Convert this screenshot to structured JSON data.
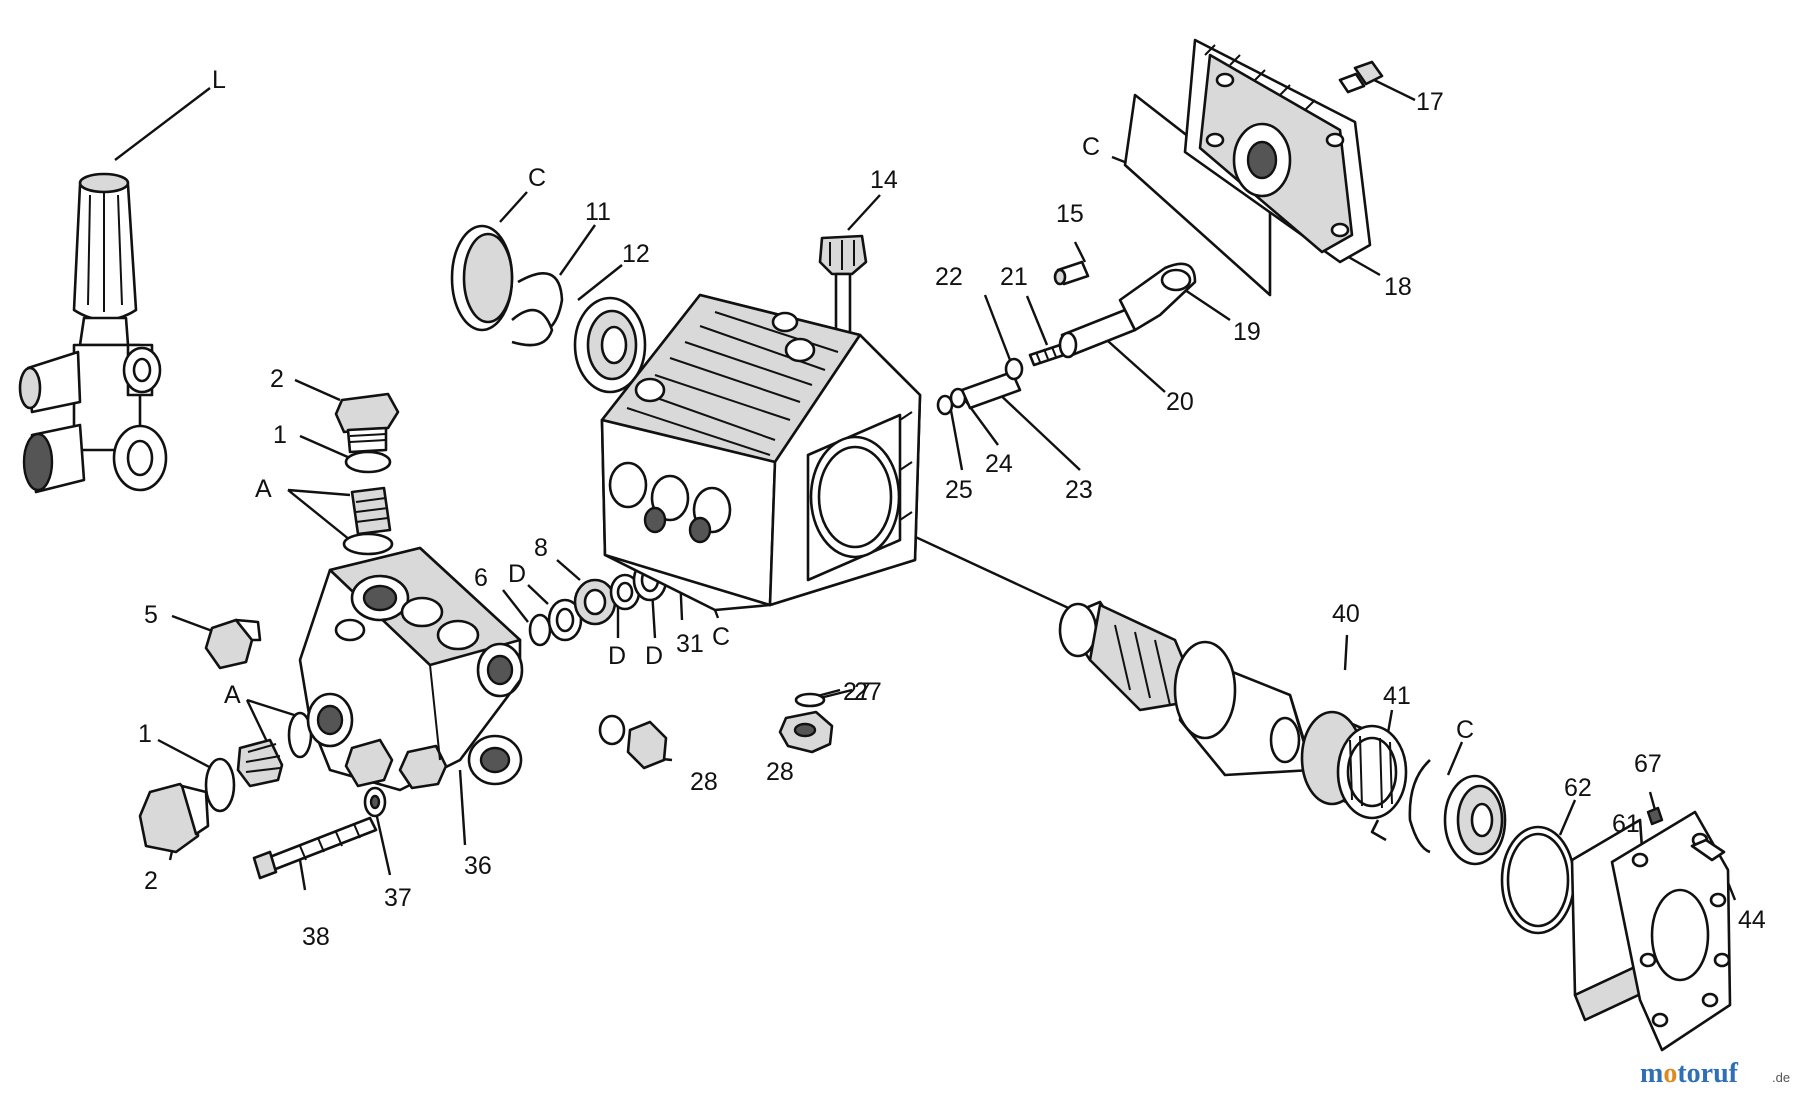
{
  "diagram": {
    "labels": [
      "L",
      "2",
      "1",
      "A",
      "5",
      "A",
      "1",
      "2",
      "38",
      "37",
      "36",
      "6",
      "D",
      "8",
      "D",
      "D",
      "31",
      "C",
      "C",
      "11",
      "12",
      "14",
      "27",
      "28",
      "27",
      "28",
      "22",
      "21",
      "25",
      "24",
      "23",
      "15",
      "C",
      "17",
      "18",
      "19",
      "20",
      "40",
      "41",
      "C",
      "62",
      "61",
      "67",
      "44"
    ]
  },
  "watermark": {
    "brand_main": "motoruf",
    "brand_suffix": ".de",
    "colors": {
      "m": "#2f6fb6",
      "o": "#e08a1e",
      "rest": "#2f6fb6"
    }
  }
}
